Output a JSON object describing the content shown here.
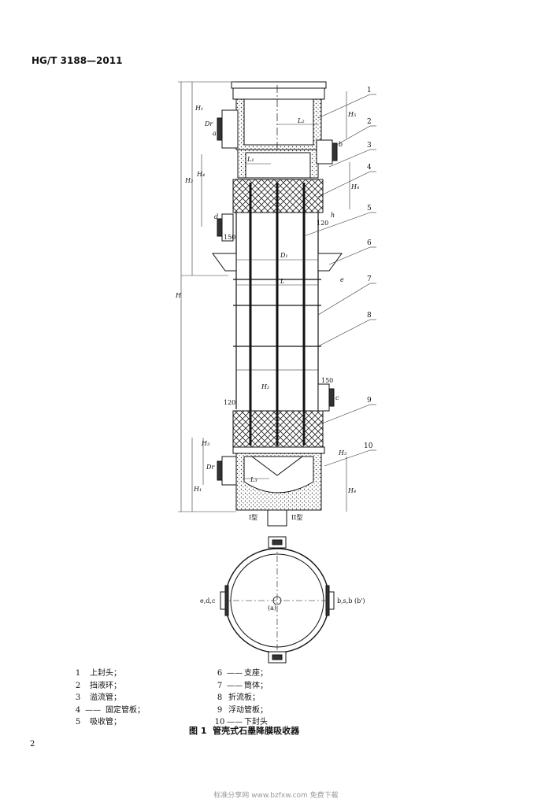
{
  "header": {
    "standard_no": "HG/T 3188—2011"
  },
  "callouts": [
    "1",
    "2",
    "3",
    "4",
    "5",
    "6",
    "7",
    "8",
    "9",
    "10"
  ],
  "dims": {
    "H": "H",
    "H1": "H₁",
    "H2": "H₂",
    "H3": "H₃",
    "H4": "H₄",
    "H5": "H₅",
    "D1": "D₁",
    "L": "L",
    "L1": "L₁",
    "L2": "L₂",
    "L3": "L₃",
    "Dr": "Dr",
    "d": "d",
    "e": "e",
    "h": "h",
    "a": "a",
    "b": "b",
    "c": "c",
    "n150": "150",
    "n120": "120",
    "view_I": "I型",
    "view_II": "II型",
    "left_ports": "e,d,c",
    "right_ports": "b,s,b (b')",
    "center_mark": "(a)"
  },
  "legend": [
    {
      "num": "1",
      "sep": "",
      "label": "上封头；",
      "num2": "6",
      "sep2": "——",
      "label2": "支座；"
    },
    {
      "num": "2",
      "sep": "",
      "label": "挡液环；",
      "num2": "7",
      "sep2": "——",
      "label2": "筒体；"
    },
    {
      "num": "3",
      "sep": "",
      "label": "溢流管；",
      "num2": "8",
      "sep2": "",
      "label2": "折流板；"
    },
    {
      "num": "4",
      "sep": "——",
      "label": "固定管板；",
      "num2": "9",
      "sep2": "",
      "label2": "浮动管板；"
    },
    {
      "num": "5",
      "sep": "",
      "label": "吸收管；",
      "num2": "10",
      "sep2": "——",
      "label2": "下封头"
    }
  ],
  "caption": {
    "figure": "图 1",
    "title": "管壳式石墨降膜吸收器"
  },
  "page_number": "2",
  "footer": "标准分享网 www.bzfxw.com 免费下载"
}
